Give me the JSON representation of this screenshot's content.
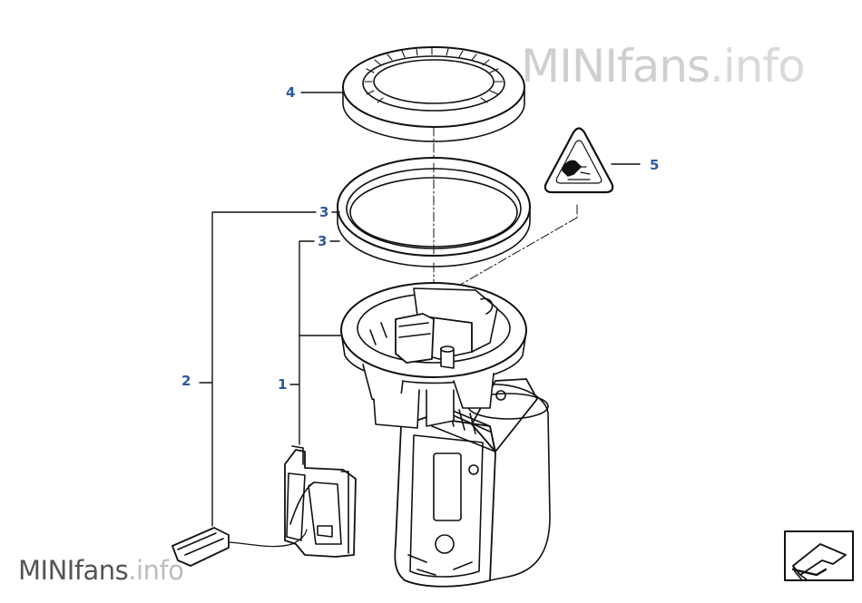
{
  "watermark": {
    "brand": "MINIfans",
    "suffix": ".info"
  },
  "callouts": {
    "part_1": "1",
    "part_2": "2",
    "part_3a": "3",
    "part_3b": "3",
    "part_4": "4",
    "part_5": "5"
  },
  "icons": [
    "warning-triangle-icon",
    "catalog-arrow-icon"
  ],
  "colors": {
    "line": "#111111",
    "callout": "#2b5aa0",
    "watermark_light": "#cfcfcf"
  }
}
